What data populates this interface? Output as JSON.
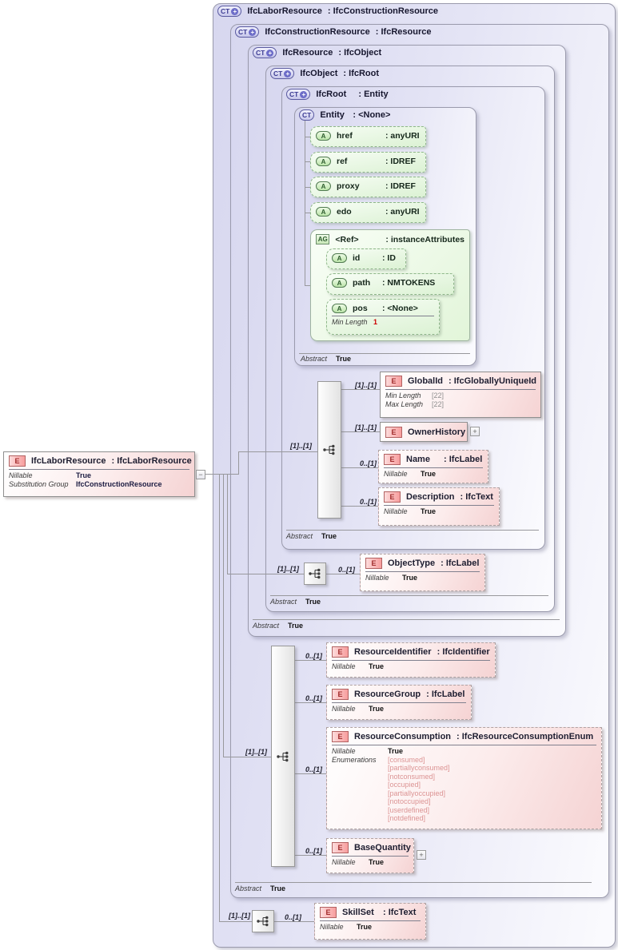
{
  "cards": {
    "req": "[1]..[1]",
    "opt": "0..[1]"
  },
  "labels": {
    "abstract": "Abstract",
    "nillable": "Nillable",
    "true_value": "True",
    "min_length": "Min Length",
    "max_length": "Max Length",
    "substitution_group": "Substitution Group",
    "enumerations": "Enumerations",
    "len22": "[22]",
    "min1": "1",
    "ct": "CT",
    "a": "A",
    "ag": "AG",
    "e": "E",
    "plus": "+",
    "minus": "−"
  },
  "colors": {
    "box_fill": "#dcdcf2",
    "element_fill": "#f5d3d3",
    "attribute_fill": "#dcf2d4",
    "red_value": "#cc0000",
    "enum_text": "#dc9494"
  },
  "left_element": {
    "name": "IfcLaborResource",
    "type": "IfcLaborResource",
    "nillable": "True",
    "substitution_group": "IfcConstructionResource"
  },
  "complex_types": [
    {
      "name": "IfcLaborResource",
      "base": "IfcConstructionResource"
    },
    {
      "name": "IfcConstructionResource",
      "base": "IfcResource",
      "abstract": "True"
    },
    {
      "name": "IfcResource",
      "base": "IfcObject",
      "abstract": "True"
    },
    {
      "name": "IfcObject",
      "base": "IfcRoot",
      "abstract": "True"
    },
    {
      "name": "IfcRoot",
      "base": "Entity",
      "abstract": "True"
    },
    {
      "name": "Entity",
      "base": "<None>",
      "abstract": "True"
    }
  ],
  "entity_attributes": [
    {
      "name": "href",
      "type": "anyURI"
    },
    {
      "name": "ref",
      "type": "IDREF"
    },
    {
      "name": "proxy",
      "type": "IDREF"
    },
    {
      "name": "edo",
      "type": "anyURI"
    }
  ],
  "attribute_group": {
    "name": "<Ref>",
    "type": "instanceAttributes",
    "attributes": [
      {
        "name": "id",
        "type": "ID"
      },
      {
        "name": "path",
        "type": "NMTOKENS"
      },
      {
        "name": "pos",
        "type": "<None>",
        "min_length": "1"
      }
    ]
  },
  "elements": {
    "global_id": {
      "name": "GlobalId",
      "type": "IfcGloballyUniqueId",
      "min_length": "[22]",
      "max_length": "[22]"
    },
    "owner_history": {
      "name": "OwnerHistory"
    },
    "name_el": {
      "name": "Name",
      "type": "IfcLabel",
      "nillable": "True"
    },
    "description": {
      "name": "Description",
      "type": "IfcText",
      "nillable": "True"
    },
    "object_type": {
      "name": "ObjectType",
      "type": "IfcLabel",
      "nillable": "True"
    },
    "resource_identifier": {
      "name": "ResourceIdentifier",
      "type": "IfcIdentifier",
      "nillable": "True"
    },
    "resource_group": {
      "name": "ResourceGroup",
      "type": "IfcLabel",
      "nillable": "True"
    },
    "resource_consumption": {
      "name": "ResourceConsumption",
      "type": "IfcResourceConsumptionEnum",
      "nillable": "True",
      "enums": [
        "[consumed]",
        "[partiallyconsumed]",
        "[notconsumed]",
        "[occupied]",
        "[partiallyoccupied]",
        "[notoccupied]",
        "[userdefined]",
        "[notdefined]"
      ]
    },
    "base_quantity": {
      "name": "BaseQuantity",
      "nillable": "True"
    },
    "skill_set": {
      "name": "SkillSet",
      "type": "IfcText",
      "nillable": "True"
    }
  }
}
